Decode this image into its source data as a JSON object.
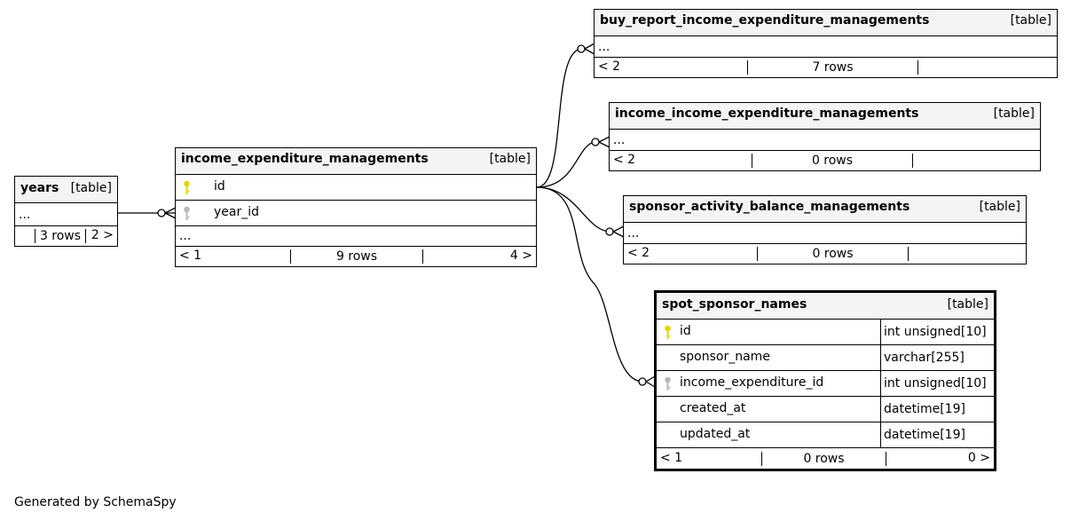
{
  "tables": {
    "years": {
      "name": "years",
      "type": "[table]",
      "ellipsis": "...",
      "foot_left": "",
      "rows": "3 rows",
      "foot_right": "2 >"
    },
    "iem": {
      "name": "income_expenditure_managements",
      "type": "[table]",
      "columns": [
        {
          "name": "id",
          "key": "primary"
        },
        {
          "name": "year_id",
          "key": "foreign"
        }
      ],
      "ellipsis": "...",
      "foot_left": "< 1",
      "rows": "9 rows",
      "foot_right": "4 >"
    },
    "buy": {
      "name": "buy_report_income_expenditure_managements",
      "type": "[table]",
      "ellipsis": "...",
      "foot_left": "< 2",
      "rows": "7 rows",
      "foot_right": ""
    },
    "iiem": {
      "name": "income_income_expenditure_managements",
      "type": "[table]",
      "ellipsis": "...",
      "foot_left": "< 2",
      "rows": "0 rows",
      "foot_right": ""
    },
    "sabm": {
      "name": "sponsor_activity_balance_managements",
      "type": "[table]",
      "ellipsis": "...",
      "foot_left": "< 2",
      "rows": "0 rows",
      "foot_right": ""
    },
    "ssn": {
      "name": "spot_sponsor_names",
      "type": "[table]",
      "columns": [
        {
          "name": "id",
          "type": "int unsigned[10]",
          "key": "primary"
        },
        {
          "name": "sponsor_name",
          "type": "varchar[255]",
          "key": ""
        },
        {
          "name": "income_expenditure_id",
          "type": "int unsigned[10]",
          "key": "foreign"
        },
        {
          "name": "created_at",
          "type": "datetime[19]",
          "key": ""
        },
        {
          "name": "updated_at",
          "type": "datetime[19]",
          "key": ""
        }
      ],
      "foot_left": "< 1",
      "rows": "0 rows",
      "foot_right": "0 >"
    }
  },
  "footer": "Generated by SchemaSpy",
  "colors": {
    "primary_key": "#e6d800",
    "foreign_key": "#b8b8b8",
    "header_bg": "#f4f4f4"
  }
}
